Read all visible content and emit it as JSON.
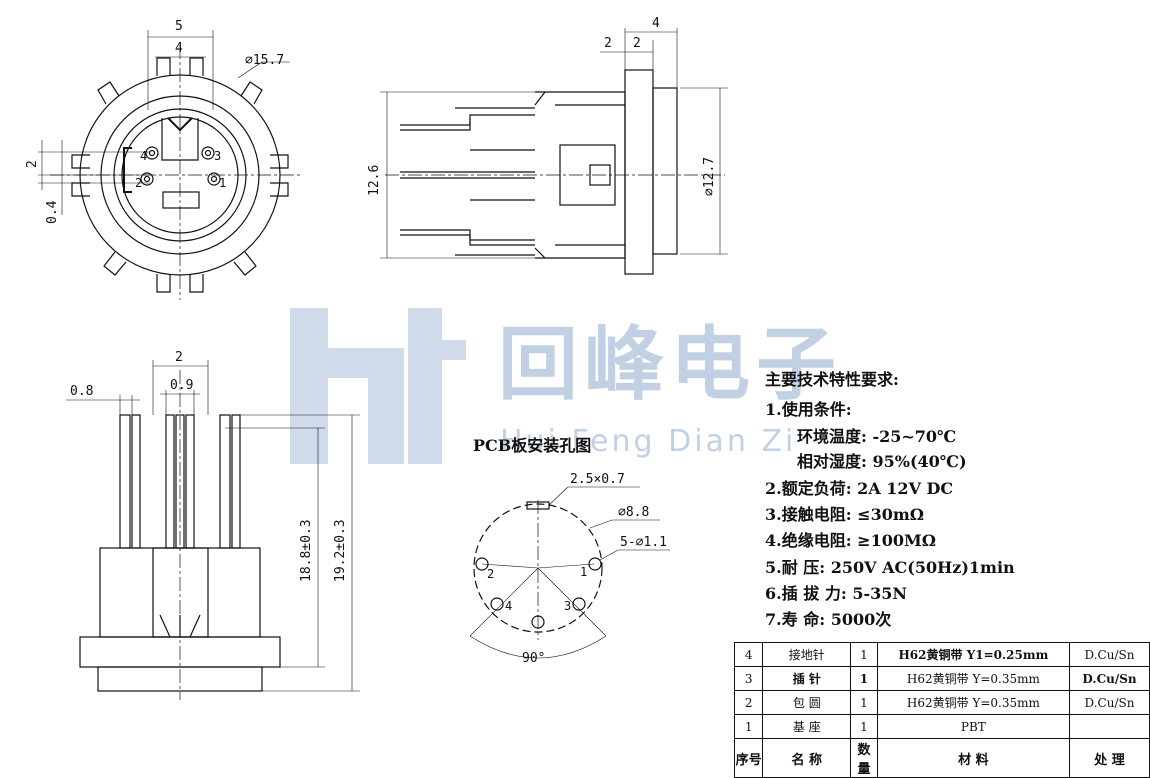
{
  "watermark": {
    "brand": "回峰电子",
    "pinyin": "Hui Feng Dian Zi"
  },
  "front_view": {
    "dims": [
      "5",
      "4",
      "⌀15.7",
      "2",
      "0.4"
    ],
    "pins": [
      "4",
      "3",
      "2",
      "1"
    ]
  },
  "side_view": {
    "dims": [
      "4",
      "2",
      "2",
      "12.6",
      "⌀12.7"
    ]
  },
  "pin_view": {
    "dims": [
      "2",
      "0.8",
      "0.9",
      "18.8±0.3",
      "19.2±0.3"
    ]
  },
  "pcb": {
    "title": "PCB板安装孔图",
    "dims": [
      "2.5×0.7",
      "⌀8.8",
      "5-⌀1.1",
      "90°"
    ],
    "pins": [
      "2",
      "1",
      "4",
      "3"
    ]
  },
  "specs": {
    "title": "主要技术特性要求:",
    "lines": [
      "1.使用条件:",
      "环境温度: -25~70℃",
      "相对湿度: 95%(40℃)",
      "2.额定负荷: 2A 12V DC",
      "3.接触电阻: ≤30mΩ",
      "4.绝缘电阻: ≥100MΩ",
      "5.耐   压: 250V AC(50Hz)1min",
      "6.插 拔 力: 5-35N",
      "7.寿    命: 5000次"
    ]
  },
  "bom": {
    "rows": [
      [
        "4",
        "接地针",
        "1",
        "H62黄铜带 Y1=0.25mm",
        "D.Cu/Sn"
      ],
      [
        "3",
        "插 针",
        "1",
        "H62黄铜带 Y=0.35mm",
        "D.Cu/Sn"
      ],
      [
        "2",
        "包 圆",
        "1",
        "H62黄铜带 Y=0.35mm",
        "D.Cu/Sn"
      ],
      [
        "1",
        "基 座",
        "1",
        "PBT",
        ""
      ]
    ],
    "header": [
      "序号",
      "名 称",
      "数量",
      "材 料",
      "处 理"
    ]
  }
}
